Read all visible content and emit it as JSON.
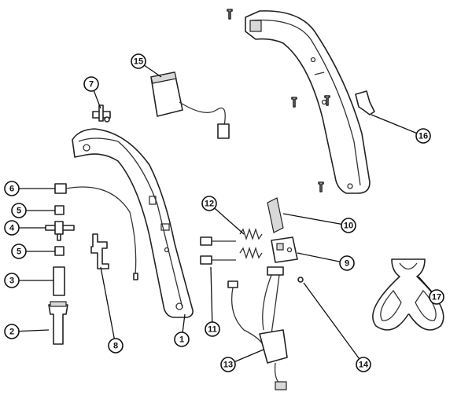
{
  "diagram": {
    "type": "exploded-parts-view",
    "callouts": [
      {
        "label": "1",
        "part": "lower-handle-half"
      },
      {
        "label": "2",
        "part": "connector-housing"
      },
      {
        "label": "3",
        "part": "sleeve"
      },
      {
        "label": "4",
        "part": "shaft-with-flange"
      },
      {
        "label": "5",
        "part": "small-cap-upper"
      },
      {
        "label": "5",
        "part": "small-cap-lower"
      },
      {
        "label": "6",
        "part": "cable-with-plug"
      },
      {
        "label": "7",
        "part": "clip-screw-assembly"
      },
      {
        "label": "8",
        "part": "bracket"
      },
      {
        "label": "9",
        "part": "switch-block"
      },
      {
        "label": "10",
        "part": "slide-plate"
      },
      {
        "label": "11",
        "part": "plungers"
      },
      {
        "label": "12",
        "part": "springs"
      },
      {
        "label": "13",
        "part": "switch-harness"
      },
      {
        "label": "14",
        "part": "small-screw"
      },
      {
        "label": "15",
        "part": "module-with-lead"
      },
      {
        "label": "16",
        "part": "trigger-lever"
      },
      {
        "label": "17",
        "part": "stand"
      }
    ]
  }
}
